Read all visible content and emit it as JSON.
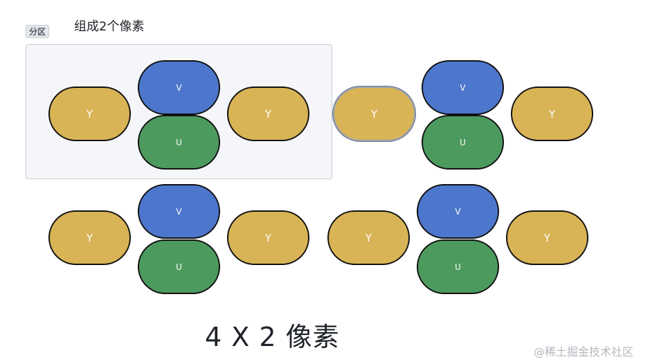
{
  "section": {
    "tag": "分区",
    "title": "组成2个像素"
  },
  "labels": {
    "y": "Y",
    "v": "V",
    "u": "U"
  },
  "caption": "4 X 2  像素",
  "watermark": "@稀土掘金技术社区",
  "colors": {
    "y": "#d8b456",
    "v": "#4d77cc",
    "u": "#4d9a5f"
  }
}
